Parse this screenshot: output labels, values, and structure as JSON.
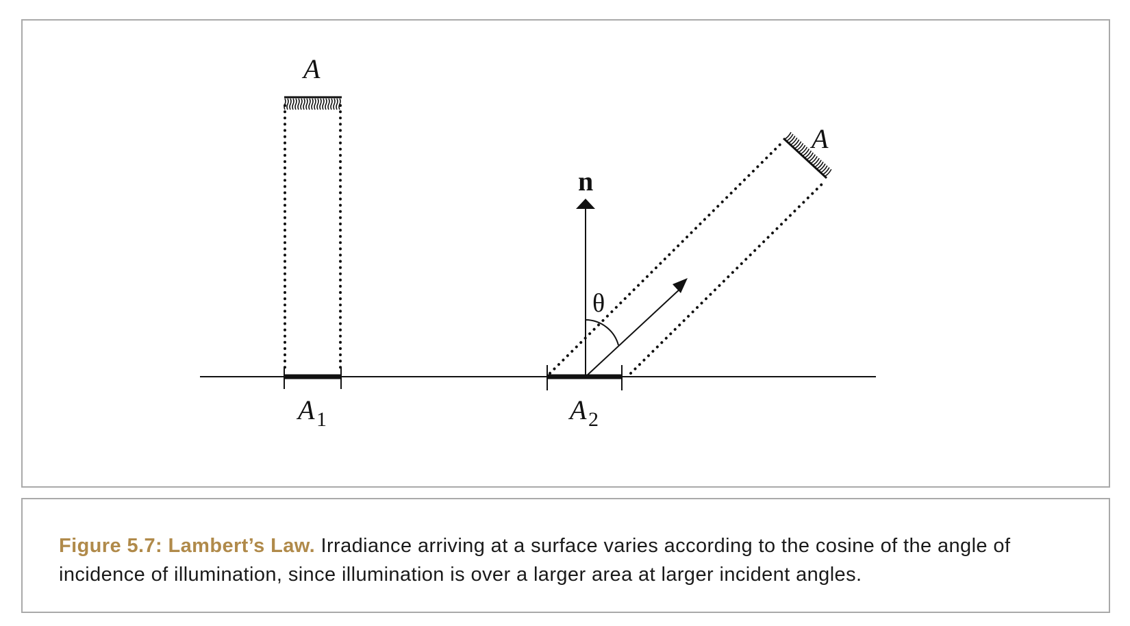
{
  "diagram": {
    "label_area_top_left": "A",
    "label_area_top_right": "A",
    "label_a1_base": "A",
    "label_a1_sub": "1",
    "label_a2_base": "A",
    "label_a2_sub": "2",
    "label_normal": "n",
    "label_theta": "θ"
  },
  "caption": {
    "label": "Figure 5.7: Lambert’s Law.",
    "text": "Irradiance arriving at a surface varies according to the cosine of the angle of incidence of illumination, since illumination is over a larger area at larger incident angles."
  },
  "colors": {
    "caption_label": "#b08a4a",
    "border": "#a9a9a9",
    "ink": "#111111"
  }
}
